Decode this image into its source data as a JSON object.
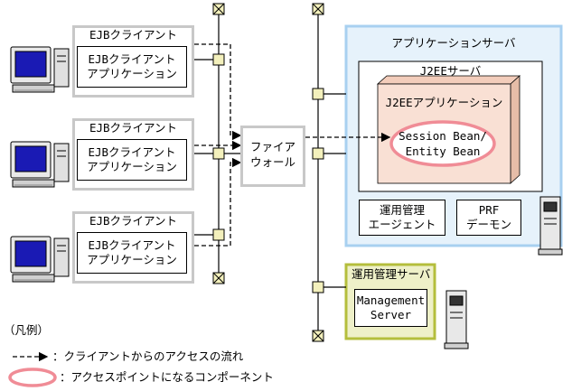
{
  "clients": [
    {
      "title": "EJBクライアント",
      "app_line1": "EJBクライアント",
      "app_line2": "アプリケーション"
    },
    {
      "title": "EJBクライアント",
      "app_line1": "EJBクライアント",
      "app_line2": "アプリケーション"
    },
    {
      "title": "EJBクライアント",
      "app_line1": "EJBクライアント",
      "app_line2": "アプリケーション"
    }
  ],
  "firewall": {
    "line1": "ファイア",
    "line2": "ウォール"
  },
  "app_server": {
    "title": "アプリケーションサーバ",
    "j2ee_server": "J2EEサーバ",
    "j2ee_app": "J2EEアプリケーション",
    "component_line1": "Session Bean/",
    "component_line2": "Entity Bean",
    "agent_line1": "運用管理",
    "agent_line2": "エージェント",
    "prf_line1": "PRF",
    "prf_line2": "デーモン"
  },
  "mgmt_server": {
    "title": "運用管理サーバ",
    "inner_line1": "Management",
    "inner_line2": "Server"
  },
  "legend": {
    "title": "（凡例）",
    "arrow_desc": "：クライアントからのアクセスの流れ",
    "ellipse_desc": "：アクセスポイントになるコンポーネント"
  },
  "colors": {
    "app_server_border": "#a8d0f0",
    "app_server_fill": "#e6f2fb",
    "mgmt_server_border": "#b4be3c",
    "mgmt_server_fill": "#eef0c8",
    "j2ee_app_fill": "#f9e0d4",
    "j2ee_app_side": "#e6bda8",
    "access_point_ring": "#f08c96",
    "monitor_screen": "#1a1ab4",
    "client_box_border": "#c8c8c8"
  }
}
